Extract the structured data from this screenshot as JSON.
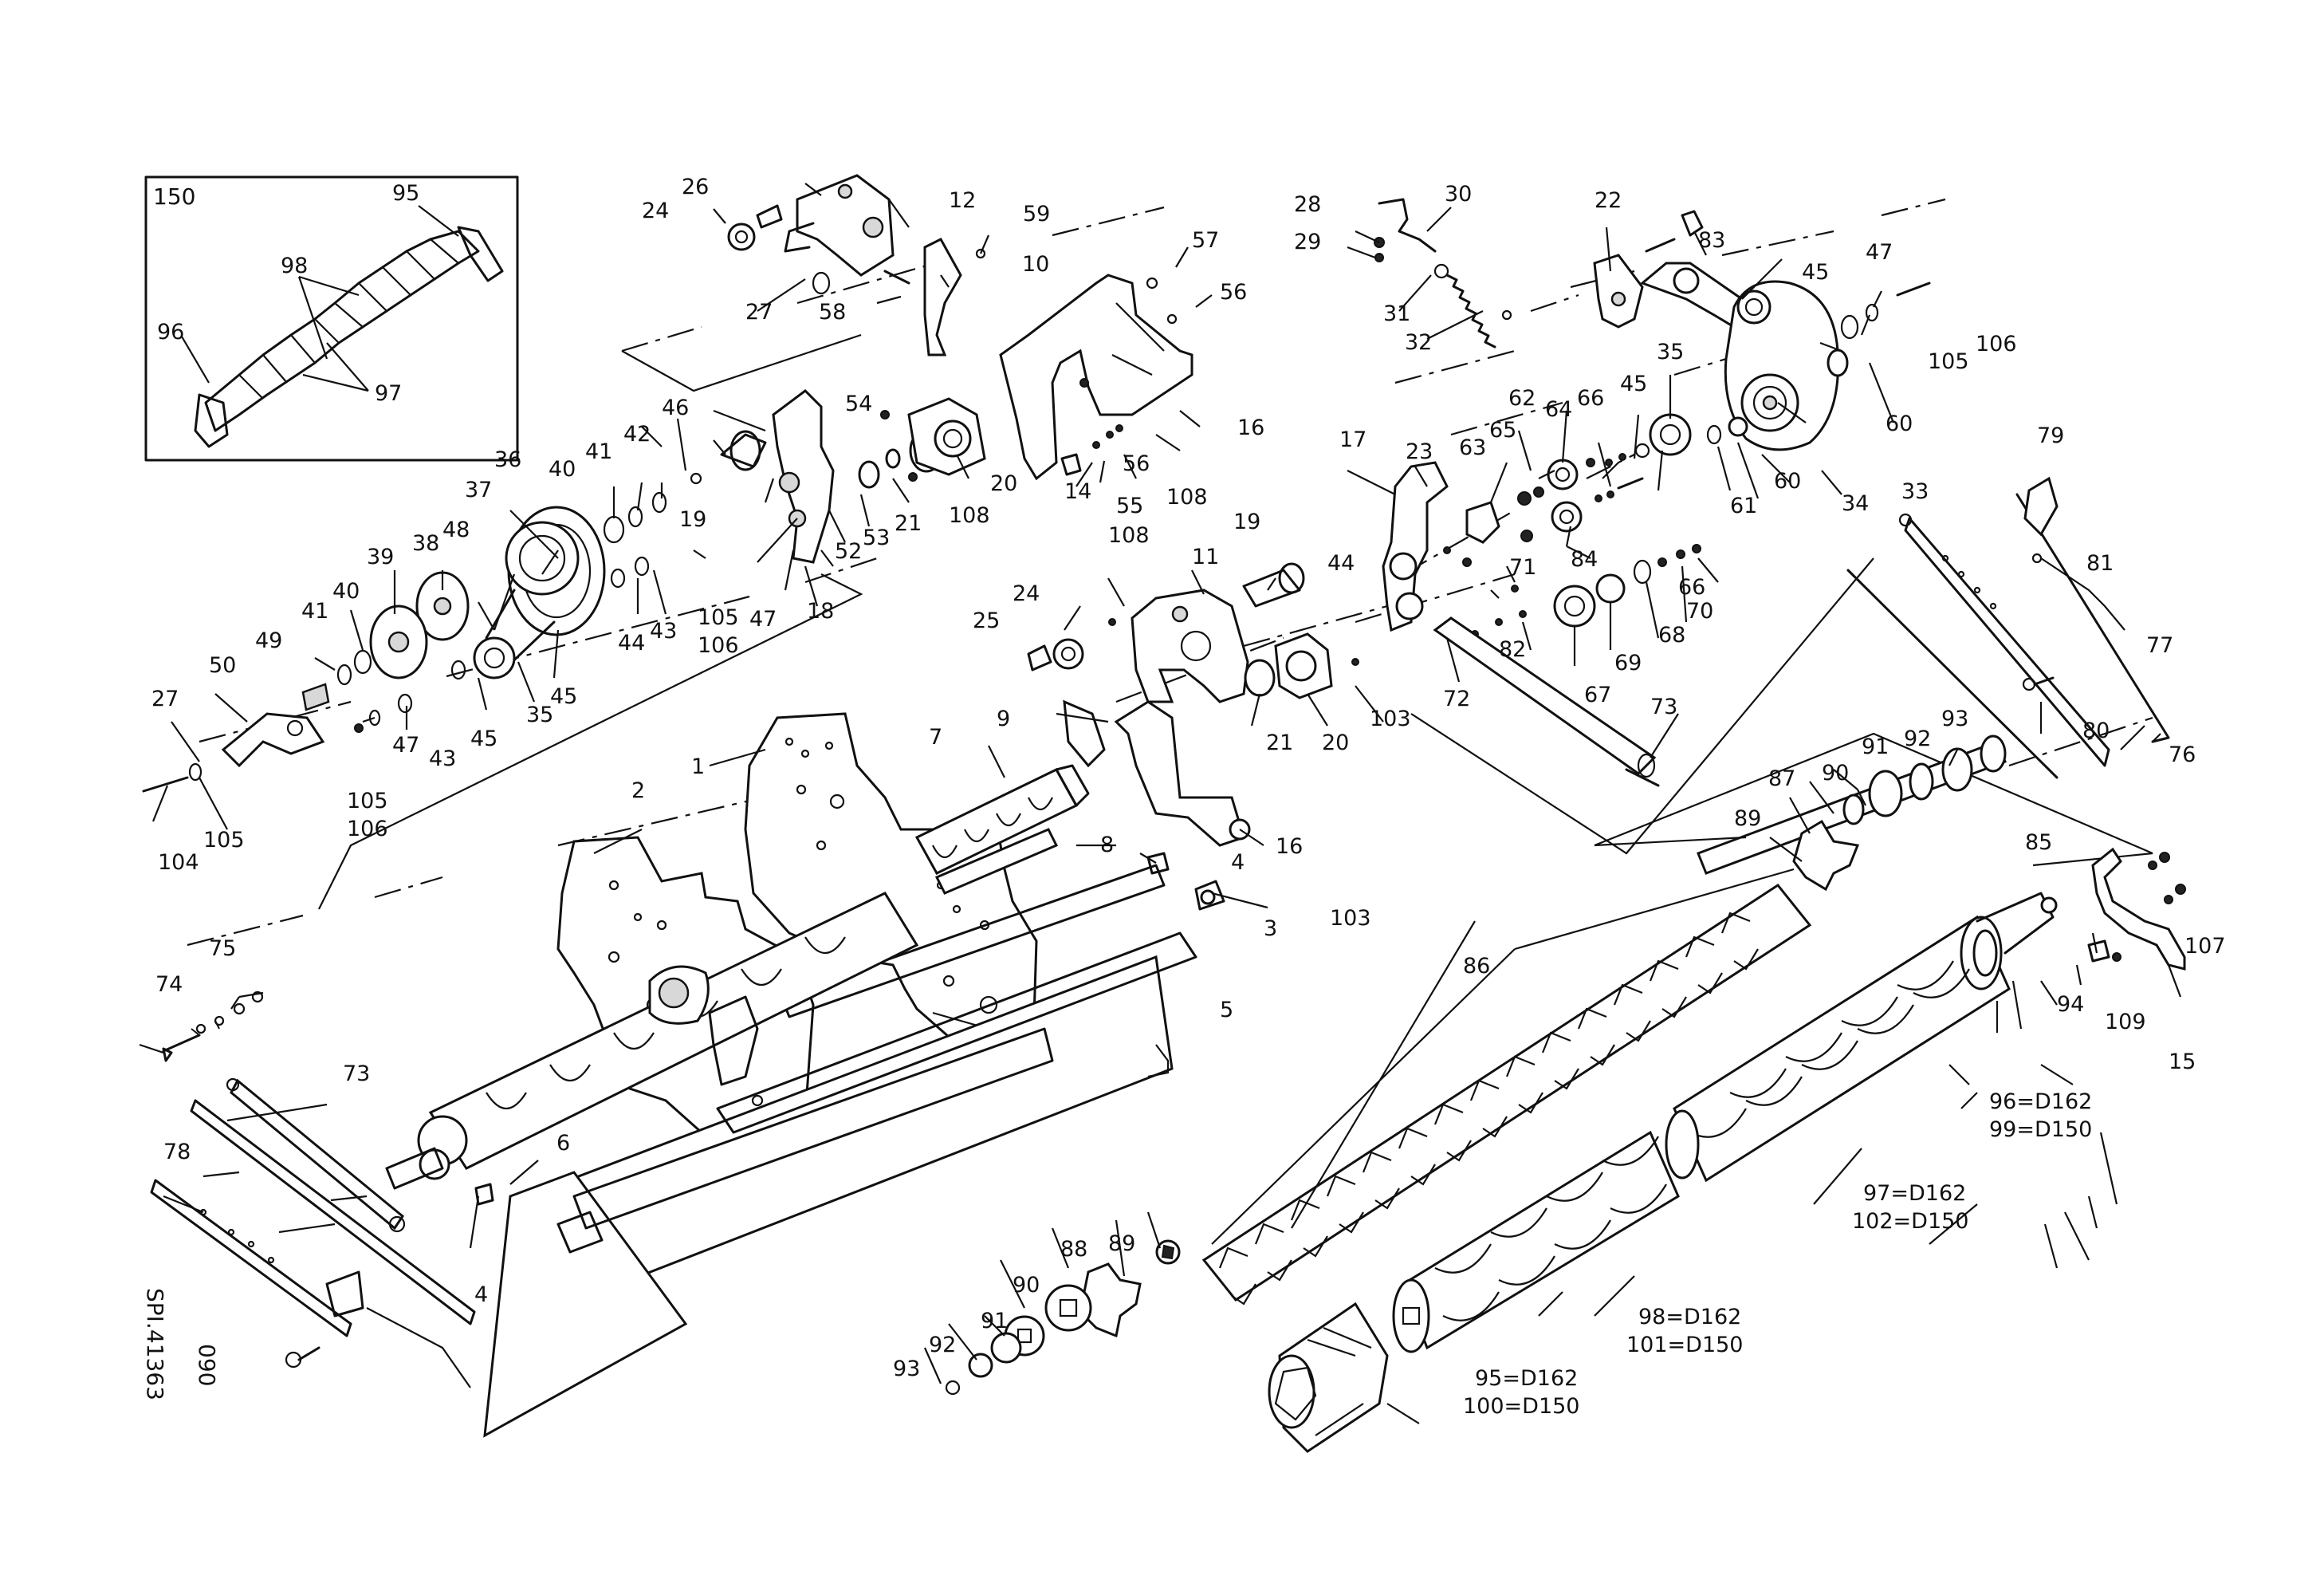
{
  "inset": {
    "number": "150"
  },
  "drawing_id": {
    "line1": "SPI.41363",
    "line2": "090"
  },
  "labels": {
    "p1": "1",
    "p2": "2",
    "p3": "3",
    "p4a": "4",
    "p4b": "4",
    "p5": "5",
    "p6": "6",
    "p7": "7",
    "p8": "8",
    "p9": "9",
    "p10": "10",
    "p11": "11",
    "p12": "12",
    "p14": "14",
    "p15": "15",
    "p16a": "16",
    "p16b": "16",
    "p17": "17",
    "p18": "18",
    "p19a": "19",
    "p19b": "19",
    "p20a": "20",
    "p20b": "20",
    "p21a": "21",
    "p21b": "21",
    "p22": "22",
    "p23": "23",
    "p24a": "24",
    "p24b": "24",
    "p25": "25",
    "p26": "26",
    "p27a": "27",
    "p27b": "27",
    "p28": "28",
    "p29": "29",
    "p30": "30",
    "p31": "31",
    "p32": "32",
    "p33": "33",
    "p34": "34",
    "p35a": "35",
    "p35b": "35",
    "p36": "36",
    "p37": "37",
    "p38": "38",
    "p39": "39",
    "p40a": "40",
    "p40b": "40",
    "p41a": "41",
    "p41b": "41",
    "p42": "42",
    "p43a": "43",
    "p43b": "43",
    "p44a": "44",
    "p44b": "44",
    "p45a": "45",
    "p45b": "45",
    "p45c": "45",
    "p45d": "45",
    "p46": "46",
    "p47a": "47",
    "p47b": "47",
    "p47c": "47",
    "p48": "48",
    "p49": "49",
    "p50": "50",
    "p52": "52",
    "p53": "53",
    "p54": "54",
    "p55": "55",
    "p56a": "56",
    "p56b": "56",
    "p57": "57",
    "p58": "58",
    "p59": "59",
    "p60a": "60",
    "p60b": "60",
    "p61": "61",
    "p62": "62",
    "p63": "63",
    "p64": "64",
    "p65": "65",
    "p66a": "66",
    "p66b": "66",
    "p67": "67",
    "p68": "68",
    "p69": "69",
    "p70": "70",
    "p71": "71",
    "p72": "72",
    "p73a": "73",
    "p73b": "73",
    "p74": "74",
    "p75": "75",
    "p76": "76",
    "p77": "77",
    "p78": "78",
    "p79": "79",
    "p80": "80",
    "p81": "81",
    "p82": "82",
    "p83": "83",
    "p84": "84",
    "p85": "85",
    "p86": "86",
    "p87": "87",
    "p88": "88",
    "p89a": "89",
    "p89b": "89",
    "p90a": "90",
    "p90b": "90",
    "p91a": "91",
    "p91b": "91",
    "p92a": "92",
    "p92b": "92",
    "p93a": "93",
    "p93b": "93",
    "p94": "94",
    "p95i": "95",
    "p96i": "96",
    "p97i": "97",
    "p98i": "98",
    "p103a": "103",
    "p103b": "103",
    "p104": "104",
    "p105a": "105",
    "p105b": "105",
    "p105c": "105",
    "p105d": "105",
    "p106a": "106",
    "p106b": "106",
    "p106c": "106",
    "p107": "107",
    "p108a": "108",
    "p108b": "108",
    "p108c": "108",
    "p109": "109"
  },
  "variants": {
    "v96": "96=D162",
    "v99": "99=D150",
    "v97": "97=D162",
    "v102": "102=D150",
    "v98": "98=D162",
    "v101": "101=D150",
    "v95": "95=D162",
    "v100": "100=D150"
  }
}
